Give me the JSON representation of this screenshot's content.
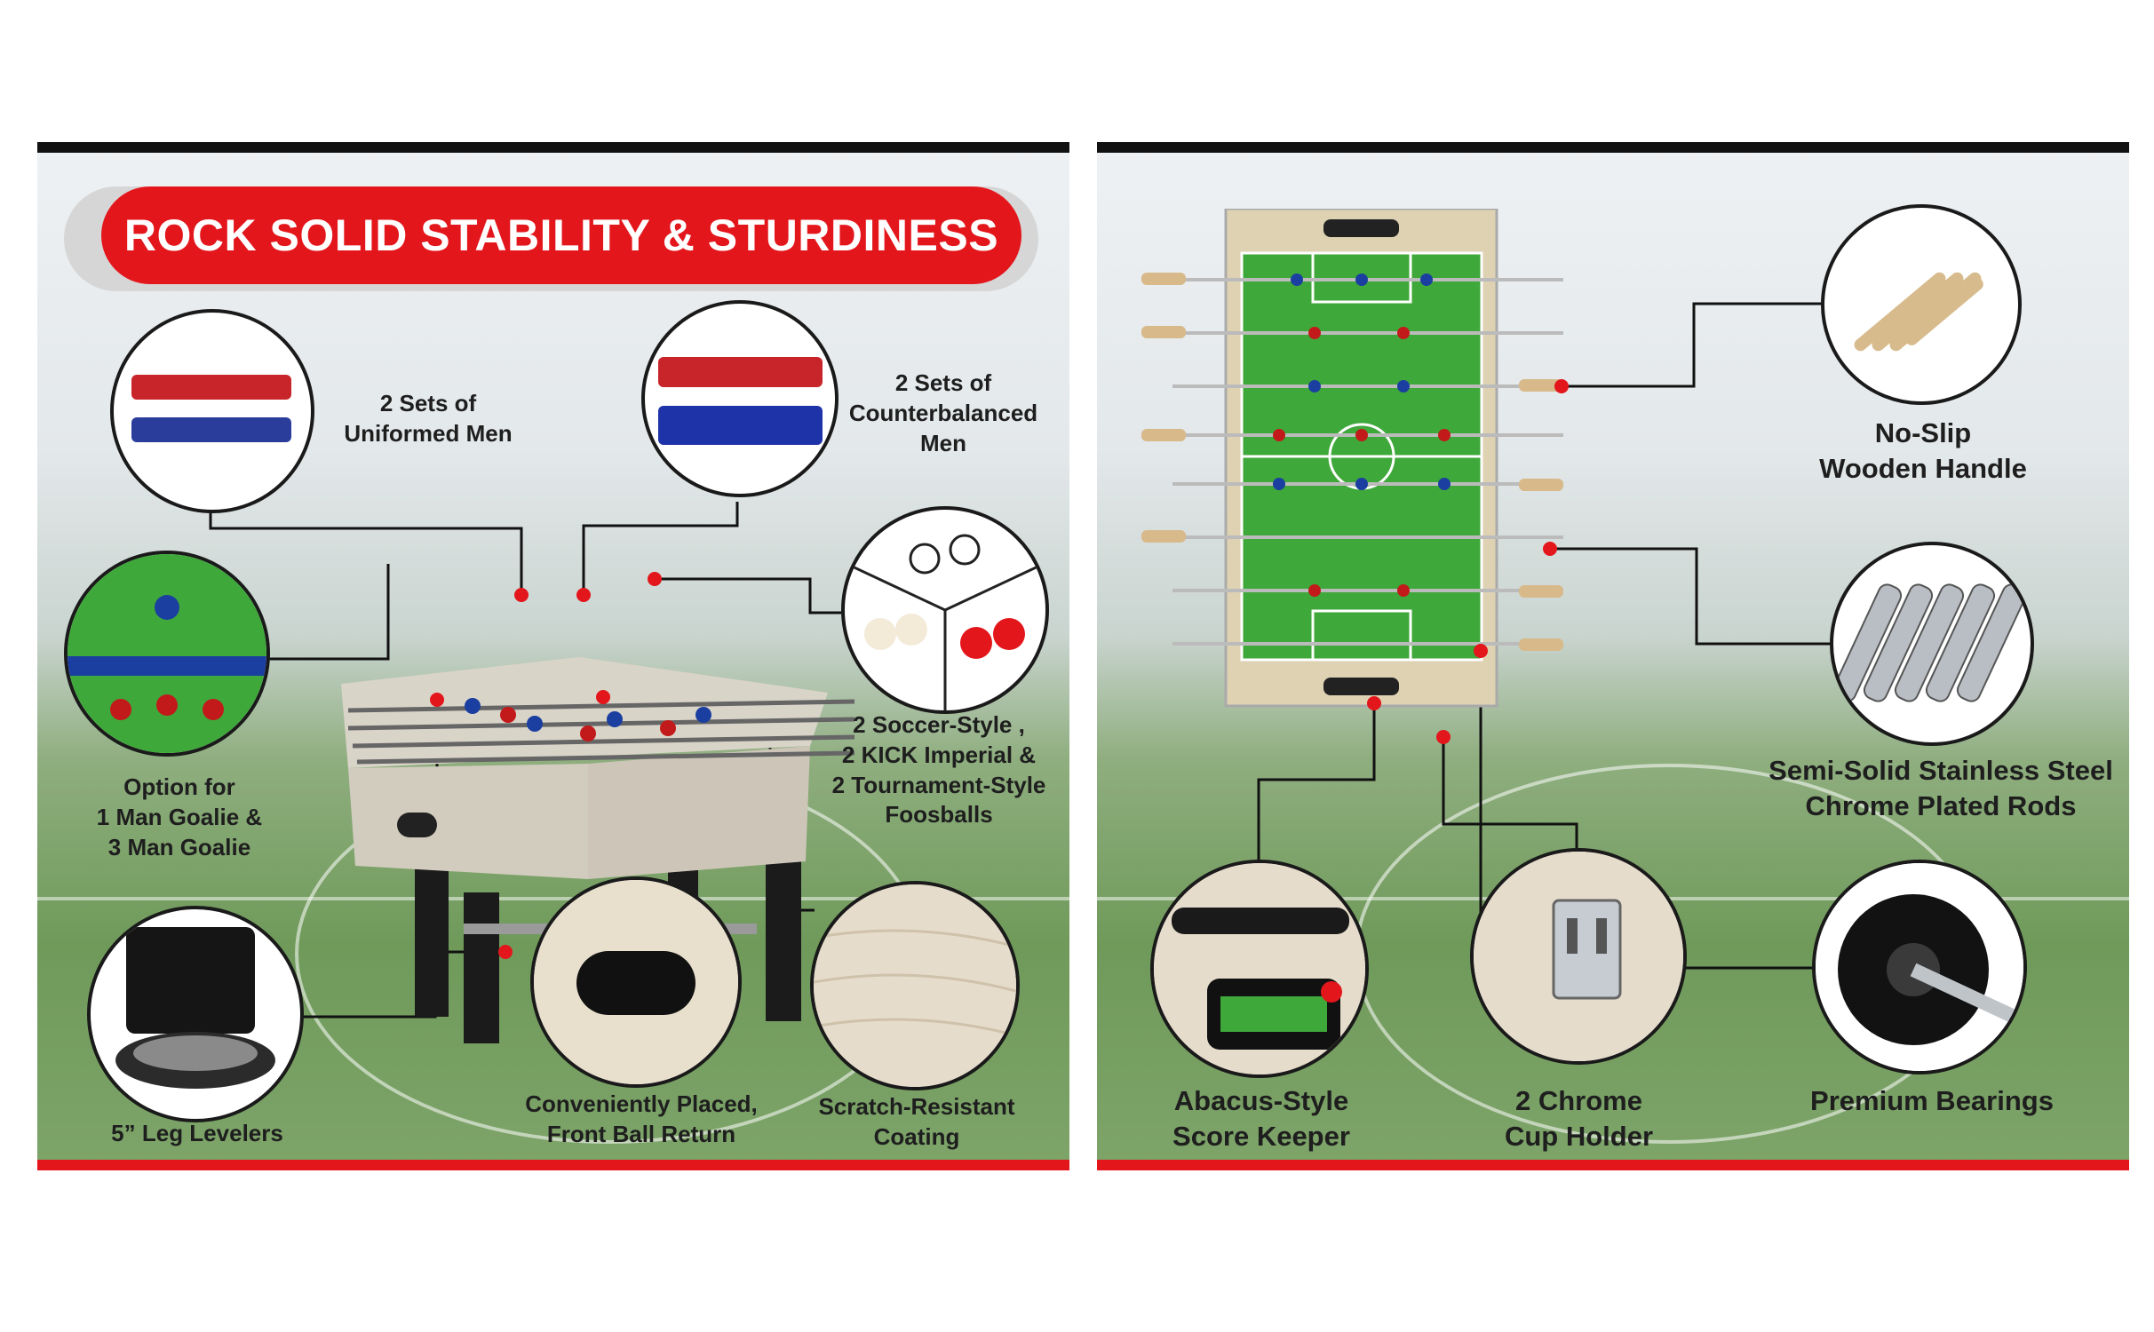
{
  "left_panel": {
    "banner": "ROCK SOLID STABILITY & STURDINESS",
    "callouts": {
      "uniformed_men": "2 Sets of\nUniformed Men",
      "counterbalanced_men": "2 Sets of\nCounterbalanced\nMen",
      "goalie": "Option for\n1 Man Goalie &\n3 Man Goalie",
      "foosballs": "2 Soccer-Style ,\n2 KICK Imperial &\n2 Tournament-Style\nFoosballs",
      "leg_levelers": "5” Leg Levelers",
      "ball_return": "Conveniently Placed,\nFront Ball Return",
      "coating": "Scratch-Resistant\nCoating"
    }
  },
  "right_panel": {
    "callouts": {
      "handle": "No-Slip\nWooden Handle",
      "rods": "Semi-Solid Stainless Steel\nChrome Plated Rods",
      "score_keeper": "Abacus-Style\nScore Keeper",
      "cup_holder": "2 Chrome\nCup Holder",
      "bearings": "Premium Bearings"
    }
  },
  "colors": {
    "accent": "#e3161c",
    "dark": "#111111",
    "field": "#3fa83a"
  }
}
